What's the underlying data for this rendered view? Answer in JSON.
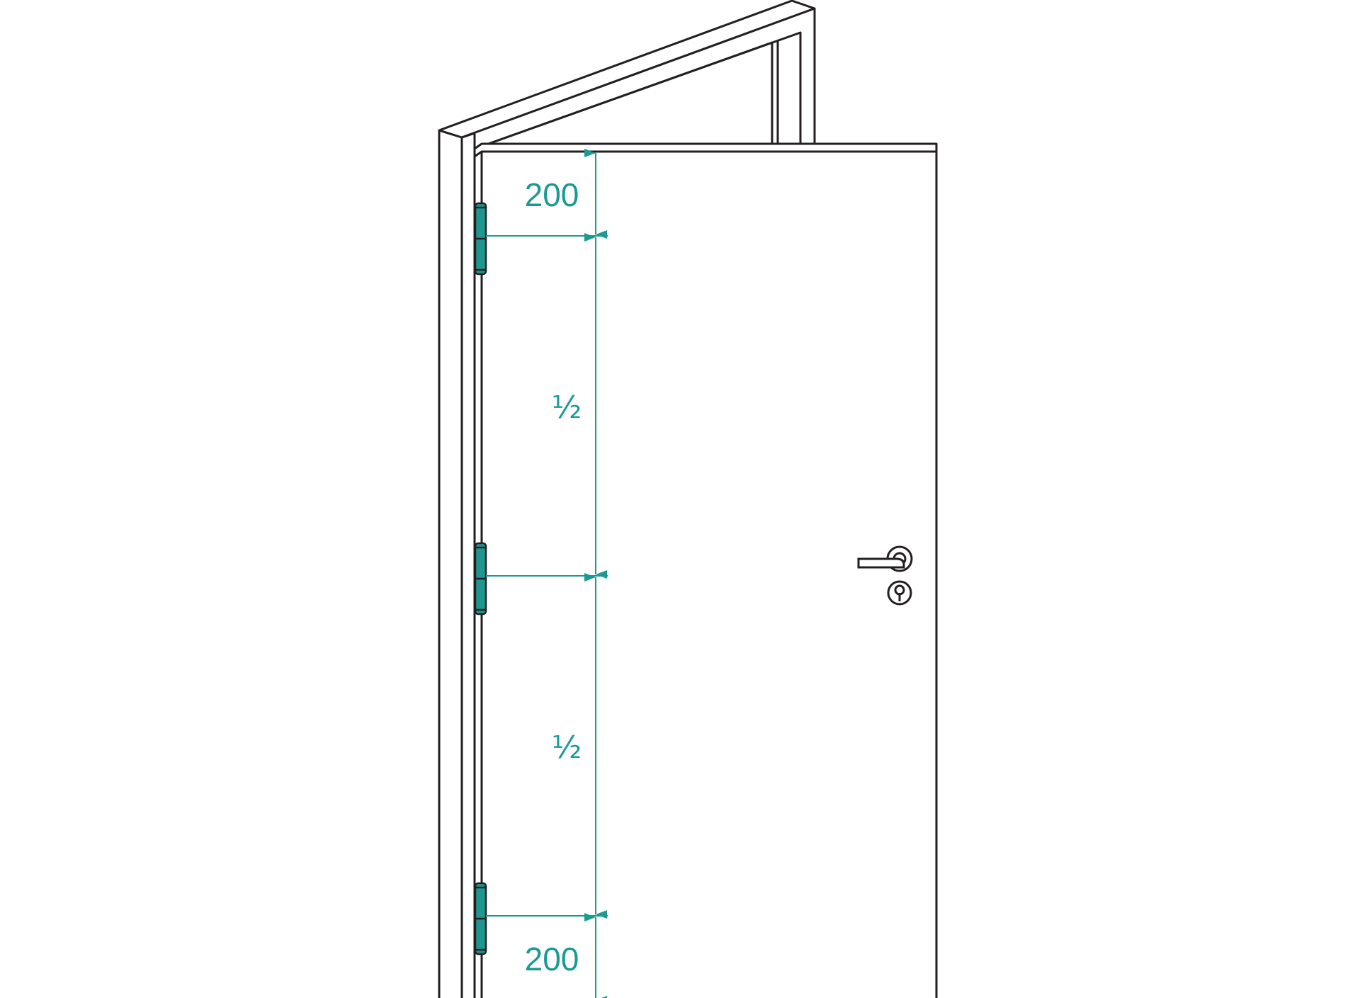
{
  "colors": {
    "accent": "#1a9a93",
    "hinge_fill": "#1f9690",
    "outline": "#231f20",
    "background": "#ffffff"
  },
  "dimensions": {
    "top_offset": "200",
    "upper_span": "½",
    "lower_span": "½",
    "bottom_offset": "200"
  },
  "hinges": [
    "top-hinge",
    "middle-hinge",
    "bottom-hinge"
  ],
  "hardware": {
    "handle_icon": "lever-handle-icon",
    "lock_icon": "keyhole-escutcheon-icon"
  }
}
